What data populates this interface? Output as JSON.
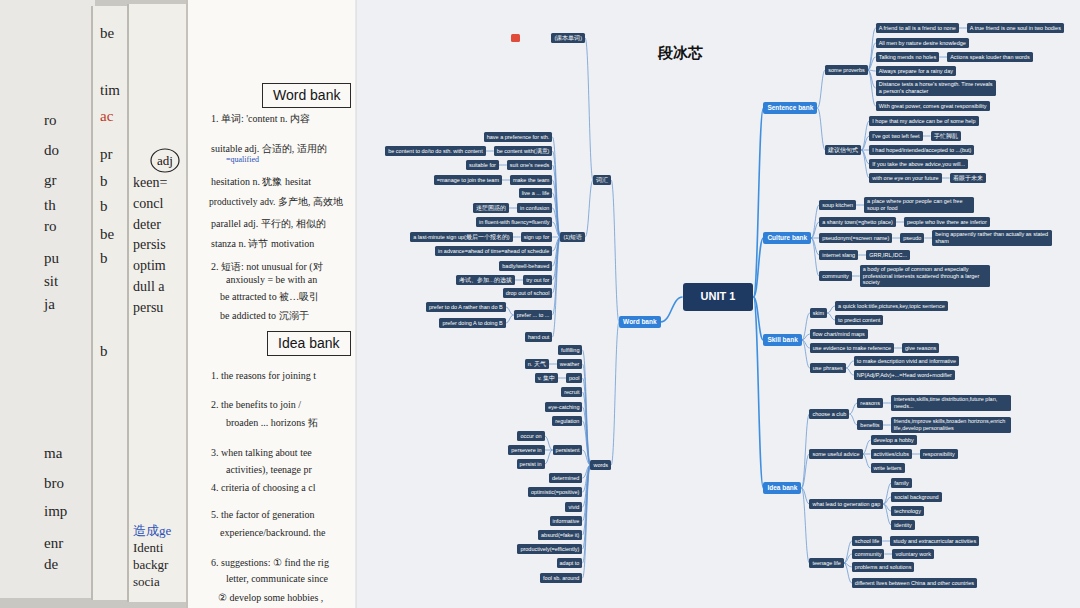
{
  "diagram": {
    "title": "段冰芯",
    "nodes": [
      {
        "text": [
          "adj"
        ]
      },
      {
        "text": [
          "Word bank"
        ]
      },
      {
        "text": [
          "Idea bank"
        ]
      },
      {
        "text": [
          "UNIT 1"
        ]
      },
      {
        "text": [
          "Word bank"
        ]
      },
      {
        "text": [
          "词汇"
        ]
      },
      {
        "text": [
          "(课本单词)"
        ]
      },
      {
        "text": [
          "(1)短语"
        ]
      },
      {
        "text": [
          "have a preference for sth."
        ]
      },
      {
        "text": [
          "be content with(满意)"
        ]
      },
      {
        "text": [
          "be content to do/to do sth. with content"
        ]
      },
      {
        "text": [
          "suit one's needs"
        ]
      },
      {
        "text": [
          "suitable for"
        ]
      },
      {
        "text": [
          "make the team"
        ]
      },
      {
        "text": [
          "=manage to join the team"
        ]
      },
      {
        "text": [
          "live a ... life"
        ]
      },
      {
        "text": [
          "in confusion"
        ]
      },
      {
        "text": [
          "迷茫困惑的"
        ]
      },
      {
        "text": [
          "in fluent-with fluency=fluently"
        ]
      },
      {
        "text": [
          "sign up for"
        ]
      },
      {
        "text": [
          "a last-minute sign up(最后一个报名的)"
        ]
      },
      {
        "text": [
          "in advance=ahead of time=ahead of schedule"
        ]
      },
      {
        "text": [
          "badly/well-behaved"
        ]
      },
      {
        "text": [
          "try out for"
        ]
      },
      {
        "text": [
          "考试、参加…的选拔"
        ]
      },
      {
        "text": [
          "drop out of school"
        ]
      },
      {
        "text": [
          "prefer ... to ..."
        ]
      },
      {
        "text": [
          "prefer to do A rather than do B"
        ]
      },
      {
        "text": [
          "prefer doing A to doing B"
        ]
      },
      {
        "text": [
          "hand out"
        ]
      },
      {
        "text": [
          "words"
        ]
      },
      {
        "text": [
          "fulfilling"
        ]
      },
      {
        "text": [
          "weather"
        ]
      },
      {
        "text": [
          "n. 天气"
        ]
      },
      {
        "text": [
          "pool"
        ]
      },
      {
        "text": [
          "v. 集中"
        ]
      },
      {
        "text": [
          "recruit"
        ]
      },
      {
        "text": [
          "eye-catching"
        ]
      },
      {
        "text": [
          "regulation"
        ]
      },
      {
        "text": [
          "persistent"
        ]
      },
      {
        "text": [
          "occur on"
        ]
      },
      {
        "text": [
          "persevere in"
        ]
      },
      {
        "text": [
          "persist in"
        ]
      },
      {
        "text": [
          "determined"
        ]
      },
      {
        "text": [
          "optimistic(=positive)"
        ]
      },
      {
        "text": [
          "vivid"
        ]
      },
      {
        "text": [
          "informative"
        ]
      },
      {
        "text": [
          "absurd(=fake it)"
        ]
      },
      {
        "text": [
          "productively(=efficiently)"
        ]
      },
      {
        "text": [
          "adapt to"
        ]
      },
      {
        "text": [
          "fool sb. around"
        ]
      },
      {
        "text": [
          "Sentence bank"
        ]
      },
      {
        "text": [
          "some proverbs"
        ]
      },
      {
        "text": [
          "A friend to all is a friend to none"
        ]
      },
      {
        "text": [
          "A true friend is one soul in two bodies"
        ]
      },
      {
        "text": [
          "All men by nature desire knowledge"
        ]
      },
      {
        "text": [
          "Talking mends no holes"
        ]
      },
      {
        "text": [
          "Actions speak louder than words"
        ]
      },
      {
        "text": [
          "Always prepare for a rainy day"
        ]
      },
      {
        "text": [
          "Distance tests a horse's strength. Time reveals a person's character"
        ]
      },
      {
        "text": [
          "With great power, comes great responsibility"
        ]
      },
      {
        "text": [
          "建议信句式"
        ]
      },
      {
        "text": [
          "I hope that my advice can be of some help"
        ]
      },
      {
        "text": [
          "I've got two left feet"
        ]
      },
      {
        "text": [
          "手忙脚乱"
        ]
      },
      {
        "text": [
          "I had hoped/intended/accepted to ...(but)"
        ]
      },
      {
        "text": [
          "If you take the above advice,you will..."
        ]
      },
      {
        "text": [
          "with one eye on your future"
        ]
      },
      {
        "text": [
          "着眼于未来"
        ]
      },
      {
        "text": [
          "Culture bank"
        ]
      },
      {
        "text": [
          "soup kitchen"
        ]
      },
      {
        "text": [
          "a place where poor people can get free soup or food"
        ]
      },
      {
        "text": [
          "a shanty town(=ghetto place)"
        ]
      },
      {
        "text": [
          "people who live there are inferior"
        ]
      },
      {
        "text": [
          "pseudonym(=screen name)"
        ]
      },
      {
        "text": [
          "pseudo"
        ]
      },
      {
        "text": [
          "being apparently rather than actually as stated sham"
        ]
      },
      {
        "text": [
          "internet slang"
        ]
      },
      {
        "text": [
          "GRR,IRL,IDC..."
        ]
      },
      {
        "text": [
          "community"
        ]
      },
      {
        "text": [
          "a body of people of common and especially professional interests scattered through a larger society"
        ]
      },
      {
        "text": [
          "Skill bank"
        ]
      },
      {
        "text": [
          "skim"
        ]
      },
      {
        "text": [
          "a quick look:title,pictures,key,topic sentence"
        ]
      },
      {
        "text": [
          "to predict content"
        ]
      },
      {
        "text": [
          "flow chart/mind maps"
        ]
      },
      {
        "text": [
          "use evidence to make reference"
        ]
      },
      {
        "text": [
          "give reasons"
        ]
      },
      {
        "text": [
          "use phrases"
        ]
      },
      {
        "text": [
          "to make description vivid and informative"
        ]
      },
      {
        "text": [
          "NP(Adj/P,Adv)+...=Head word+modifier"
        ]
      },
      {
        "text": [
          "Idea bank"
        ]
      },
      {
        "text": [
          "choose a club"
        ]
      },
      {
        "text": [
          "reasons"
        ]
      },
      {
        "text": [
          "interests,skills,time distribution,future plan, needs..."
        ]
      },
      {
        "text": [
          "benefits"
        ]
      },
      {
        "text": [
          "friends,improve skills,broaden horizons,enrich life,develop personalities"
        ]
      },
      {
        "text": [
          "some useful advice"
        ]
      },
      {
        "text": [
          "develop a hobby"
        ]
      },
      {
        "text": [
          "activities/clubs"
        ]
      },
      {
        "text": [
          "responsibility"
        ]
      },
      {
        "text": [
          "write letters"
        ]
      },
      {
        "text": [
          "what lead to generation gap"
        ]
      },
      {
        "text": [
          "family"
        ]
      },
      {
        "text": [
          "social background"
        ]
      },
      {
        "text": [
          "technology"
        ]
      },
      {
        "text": [
          "identity"
        ]
      },
      {
        "text": [
          "teenage life"
        ]
      },
      {
        "text": [
          "school life"
        ]
      },
      {
        "text": [
          "study and extracurricular activities"
        ]
      },
      {
        "text": [
          "community"
        ]
      },
      {
        "text": [
          "voluntary work"
        ]
      },
      {
        "text": [
          "problems and solutions"
        ]
      },
      {
        "text": [
          "different lives between China and other countries"
        ]
      }
    ],
    "edges": [
      {
        "from": 3,
        "to": 4,
        "arrow": "none"
      },
      {
        "from": 4,
        "to": 5,
        "arrow": "none"
      },
      {
        "from": 5,
        "to": 6,
        "arrow": "none"
      },
      {
        "from": 5,
        "to": 7,
        "arrow": "none"
      },
      {
        "from": 7,
        "to": 8,
        "arrow": "none"
      },
      {
        "from": 7,
        "to": 9,
        "arrow": "none"
      },
      {
        "from": 9,
        "to": 10,
        "arrow": "none"
      },
      {
        "from": 7,
        "to": 11,
        "arrow": "none"
      },
      {
        "from": 11,
        "to": 12,
        "arrow": "none"
      },
      {
        "from": 7,
        "to": 13,
        "arrow": "none"
      },
      {
        "from": 13,
        "to": 14,
        "arrow": "none"
      },
      {
        "from": 7,
        "to": 15,
        "arrow": "none"
      },
      {
        "from": 7,
        "to": 16,
        "arrow": "none"
      },
      {
        "from": 16,
        "to": 17,
        "arrow": "none"
      },
      {
        "from": 7,
        "to": 18,
        "arrow": "none"
      },
      {
        "from": 7,
        "to": 19,
        "arrow": "none"
      },
      {
        "from": 19,
        "to": 20,
        "arrow": "none"
      },
      {
        "from": 7,
        "to": 21,
        "arrow": "none"
      },
      {
        "from": 7,
        "to": 22,
        "arrow": "none"
      },
      {
        "from": 7,
        "to": 23,
        "arrow": "none"
      },
      {
        "from": 23,
        "to": 24,
        "arrow": "none"
      },
      {
        "from": 7,
        "to": 25,
        "arrow": "none"
      },
      {
        "from": 7,
        "to": 26,
        "arrow": "none"
      },
      {
        "from": 26,
        "to": 27,
        "arrow": "none"
      },
      {
        "from": 26,
        "to": 28,
        "arrow": "none"
      },
      {
        "from": 7,
        "to": 29,
        "arrow": "none"
      },
      {
        "from": 4,
        "to": 30,
        "arrow": "none"
      },
      {
        "from": 30,
        "to": 31,
        "arrow": "none"
      },
      {
        "from": 30,
        "to": 32,
        "arrow": "none"
      },
      {
        "from": 32,
        "to": 33,
        "arrow": "none"
      },
      {
        "from": 30,
        "to": 34,
        "arrow": "none"
      },
      {
        "from": 34,
        "to": 35,
        "arrow": "none"
      },
      {
        "from": 30,
        "to": 36,
        "arrow": "none"
      },
      {
        "from": 30,
        "to": 37,
        "arrow": "none"
      },
      {
        "from": 30,
        "to": 38,
        "arrow": "none"
      },
      {
        "from": 30,
        "to": 39,
        "arrow": "none"
      },
      {
        "from": 39,
        "to": 40,
        "arrow": "none"
      },
      {
        "from": 39,
        "to": 41,
        "arrow": "none"
      },
      {
        "from": 39,
        "to": 42,
        "arrow": "none"
      },
      {
        "from": 30,
        "to": 43,
        "arrow": "none"
      },
      {
        "from": 30,
        "to": 44,
        "arrow": "none"
      },
      {
        "from": 30,
        "to": 45,
        "arrow": "none"
      },
      {
        "from": 30,
        "to": 46,
        "arrow": "none"
      },
      {
        "from": 30,
        "to": 47,
        "arrow": "none"
      },
      {
        "from": 30,
        "to": 48,
        "arrow": "none"
      },
      {
        "from": 30,
        "to": 49,
        "arrow": "none"
      },
      {
        "from": 30,
        "to": 50,
        "arrow": "none"
      },
      {
        "from": 3,
        "to": 51,
        "arrow": "none"
      },
      {
        "from": 51,
        "to": 52,
        "arrow": "none"
      },
      {
        "from": 52,
        "to": 53,
        "arrow": "none"
      },
      {
        "from": 53,
        "to": 54,
        "arrow": "none"
      },
      {
        "from": 52,
        "to": 55,
        "arrow": "none"
      },
      {
        "from": 52,
        "to": 56,
        "arrow": "none"
      },
      {
        "from": 56,
        "to": 57,
        "arrow": "none"
      },
      {
        "from": 52,
        "to": 58,
        "arrow": "none"
      },
      {
        "from": 52,
        "to": 59,
        "arrow": "none"
      },
      {
        "from": 52,
        "to": 60,
        "arrow": "none"
      },
      {
        "from": 51,
        "to": 61,
        "arrow": "none"
      },
      {
        "from": 61,
        "to": 62,
        "arrow": "none"
      },
      {
        "from": 61,
        "to": 63,
        "arrow": "none"
      },
      {
        "from": 63,
        "to": 64,
        "arrow": "none"
      },
      {
        "from": 61,
        "to": 65,
        "arrow": "none"
      },
      {
        "from": 61,
        "to": 66,
        "arrow": "none"
      },
      {
        "from": 61,
        "to": 67,
        "arrow": "none"
      },
      {
        "from": 67,
        "to": 68,
        "arrow": "none"
      },
      {
        "from": 3,
        "to": 69,
        "arrow": "none"
      },
      {
        "from": 69,
        "to": 70,
        "arrow": "none"
      },
      {
        "from": 70,
        "to": 71,
        "arrow": "none"
      },
      {
        "from": 69,
        "to": 72,
        "arrow": "none"
      },
      {
        "from": 72,
        "to": 73,
        "arrow": "none"
      },
      {
        "from": 69,
        "to": 74,
        "arrow": "none"
      },
      {
        "from": 74,
        "to": 75,
        "arrow": "none"
      },
      {
        "from": 75,
        "to": 76,
        "arrow": "none"
      },
      {
        "from": 69,
        "to": 77,
        "arrow": "none"
      },
      {
        "from": 77,
        "to": 78,
        "arrow": "none"
      },
      {
        "from": 69,
        "to": 79,
        "arrow": "none"
      },
      {
        "from": 79,
        "to": 80,
        "arrow": "none"
      },
      {
        "from": 3,
        "to": 81,
        "arrow": "none"
      },
      {
        "from": 81,
        "to": 82,
        "arrow": "none"
      },
      {
        "from": 82,
        "to": 83,
        "arrow": "none"
      },
      {
        "from": 82,
        "to": 84,
        "arrow": "none"
      },
      {
        "from": 81,
        "to": 85,
        "arrow": "none"
      },
      {
        "from": 81,
        "to": 86,
        "arrow": "none"
      },
      {
        "from": 86,
        "to": 87,
        "arrow": "none"
      },
      {
        "from": 81,
        "to": 88,
        "arrow": "none"
      },
      {
        "from": 88,
        "to": 89,
        "arrow": "none"
      },
      {
        "from": 88,
        "to": 90,
        "arrow": "none"
      },
      {
        "from": 3,
        "to": 91,
        "arrow": "none"
      },
      {
        "from": 91,
        "to": 92,
        "arrow": "none"
      },
      {
        "from": 92,
        "to": 93,
        "arrow": "none"
      },
      {
        "from": 93,
        "to": 94,
        "arrow": "none"
      },
      {
        "from": 92,
        "to": 95,
        "arrow": "none"
      },
      {
        "from": 95,
        "to": 96,
        "arrow": "none"
      },
      {
        "from": 91,
        "to": 97,
        "arrow": "none"
      },
      {
        "from": 97,
        "to": 98,
        "arrow": "none"
      },
      {
        "from": 97,
        "to": 99,
        "arrow": "none"
      },
      {
        "from": 99,
        "to": 100,
        "arrow": "none"
      },
      {
        "from": 97,
        "to": 101,
        "arrow": "none"
      },
      {
        "from": 91,
        "to": 102,
        "arrow": "none"
      },
      {
        "from": 102,
        "to": 103,
        "arrow": "none"
      },
      {
        "from": 102,
        "to": 104,
        "arrow": "none"
      },
      {
        "from": 102,
        "to": 105,
        "arrow": "none"
      },
      {
        "from": 102,
        "to": 106,
        "arrow": "none"
      },
      {
        "from": 91,
        "to": 107,
        "arrow": "none"
      },
      {
        "from": 107,
        "to": 108,
        "arrow": "none"
      },
      {
        "from": 108,
        "to": 109,
        "arrow": "none"
      },
      {
        "from": 107,
        "to": 110,
        "arrow": "none"
      },
      {
        "from": 110,
        "to": 111,
        "arrow": "none"
      },
      {
        "from": 107,
        "to": 112,
        "arrow": "none"
      },
      {
        "from": 107,
        "to": 113,
        "arrow": "none"
      }
    ],
    "labels": [
      "ro",
      "do",
      "gr",
      "th",
      "ro",
      "pu",
      "sit",
      "ja",
      "ma",
      "bro",
      "imp",
      "enr",
      "de",
      "be",
      "tim",
      "ac",
      "pr",
      "b",
      "b",
      "be",
      "b",
      "b",
      "keen=",
      "concl",
      "deter",
      "persis",
      "optim",
      "dull a",
      "persu",
      "造成ge",
      "Identi",
      "backgr",
      "socia",
      "1. 单词: 'content n. 内容",
      "suitable adj. 合适的, 适用的",
      "=qualified",
      "hesitation n. 犹豫 hesitat",
      "productively adv. 多产地, 高效地",
      "parallel adj. 平行的, 相似的",
      "stanza n. 诗节 motivation",
      "2. 短语: not unusual for (对",
      "anxiously = be with an",
      "be attracted to 被…吸引",
      "be addicted to 沉溺于",
      "1. the reasons for joining t",
      "2. the benefits to join /",
      "broaden ... horizons 拓",
      "3. when talking about tee",
      "activities), teenage pr",
      "4. criteria of choosing a cl",
      "5. the factor of generation",
      "experience/backround. the",
      "6. suggestions: ① find the rig",
      "letter, communicate since",
      "② develop some hobbies ,"
    ]
  }
}
